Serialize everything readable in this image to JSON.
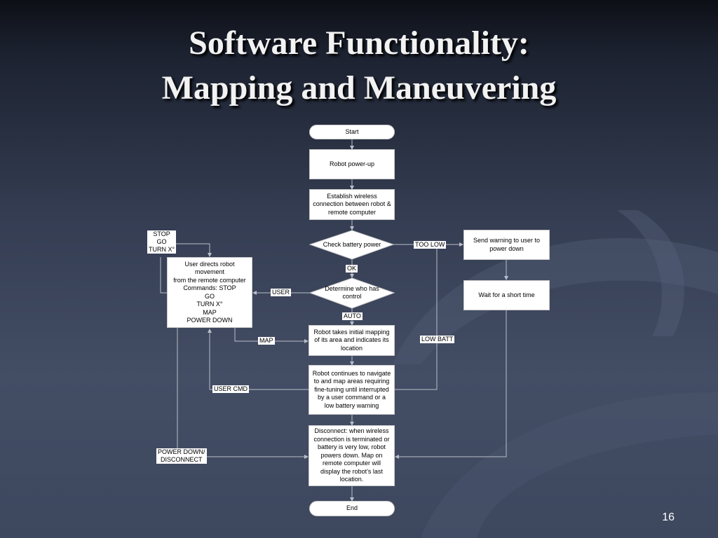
{
  "slide": {
    "title_line1": "Software Functionality:",
    "title_line2": "Mapping and Maneuvering",
    "page_number": "16"
  },
  "flowchart": {
    "start": "Start",
    "power_up": "Robot power-up",
    "establish": "Establish wireless connection between robot & remote computer",
    "check_battery": "Check battery power",
    "send_warning": "Send warning to user to power down",
    "wait": "Wait for a short time",
    "determine_control": "Determine who has control",
    "user_directs": "User directs robot movement\nfrom the remote computer\nCommands: STOP\nGO\nTURN X°\nMAP\nPOWER DOWN",
    "initial_mapping": "Robot takes initial mapping of its area and indicates its location",
    "continue_nav": "Robot continues to navigate to and map areas requiring fine-tuning until interrupted by a user command or a low battery warning",
    "disconnect": "Disconnect: when wireless connection is terminated or battery is very low, robot powers down.  Map on remote computer will display the robot’s last location.",
    "end": "End"
  },
  "labels": {
    "too_low": "TOO LOW",
    "ok": "OK",
    "user": "USER",
    "auto": "AUTO",
    "map": "MAP",
    "low_batt": "LOW BATT",
    "user_cmd": "USER CMD",
    "power_down": "POWER DOWN/\nDISCONNECT",
    "stop_go_turn": "STOP\nGO\nTURN X°"
  },
  "colors": {
    "connector": "#b9bec9",
    "box_fill": "#ffffff"
  }
}
